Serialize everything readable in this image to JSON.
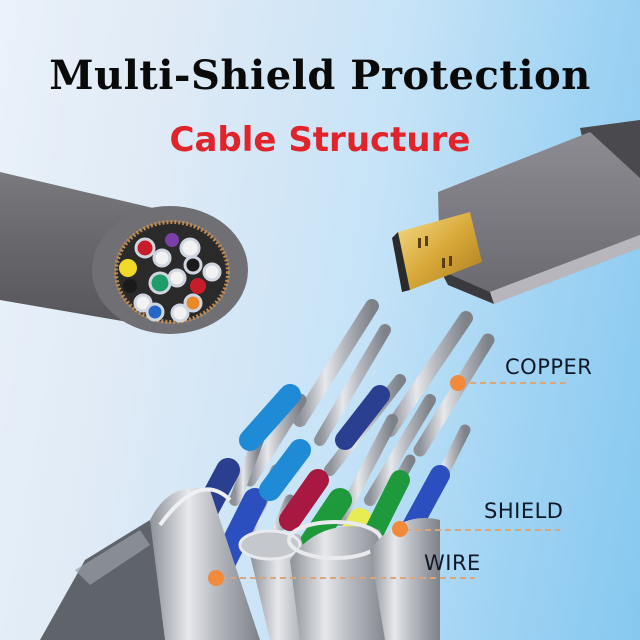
{
  "header": {
    "title": "Multi-Shield Protection",
    "subtitle": "Cable Structure"
  },
  "annotations": [
    {
      "label": "COPPER",
      "target": "copper-conductor"
    },
    {
      "label": "SHIELD",
      "target": "foil-shield"
    },
    {
      "label": "WIRE",
      "target": "outer-wire-jacket"
    }
  ],
  "colors": {
    "title": "#0a0a0a",
    "subtitle": "#e0242c",
    "label": "#101828",
    "marker": "#f28a3c",
    "leader_line": "#d9a77a",
    "background_left": "#eaf2fa",
    "background_right": "#86c8f0",
    "cable_jacket": "#6e6e72",
    "connector_gold": "#d8a93a"
  },
  "illustrations": {
    "cable_cross_section": {
      "core_colors": [
        "#c81c2a",
        "#f2f2f2",
        "#f1d92a",
        "#1a1a1a",
        "#1f9c6a",
        "#7a3fa8",
        "#2566c8",
        "#e88a2a"
      ]
    },
    "connector": {
      "type": "mini-hdmi"
    },
    "wire_bundle": {
      "insulation_colors": [
        "#2b4fbf",
        "#1f8ad6",
        "#a81840",
        "#1e9a3c",
        "#e7ec55",
        "#2a3f8f",
        "#b8bcc4"
      ]
    }
  }
}
